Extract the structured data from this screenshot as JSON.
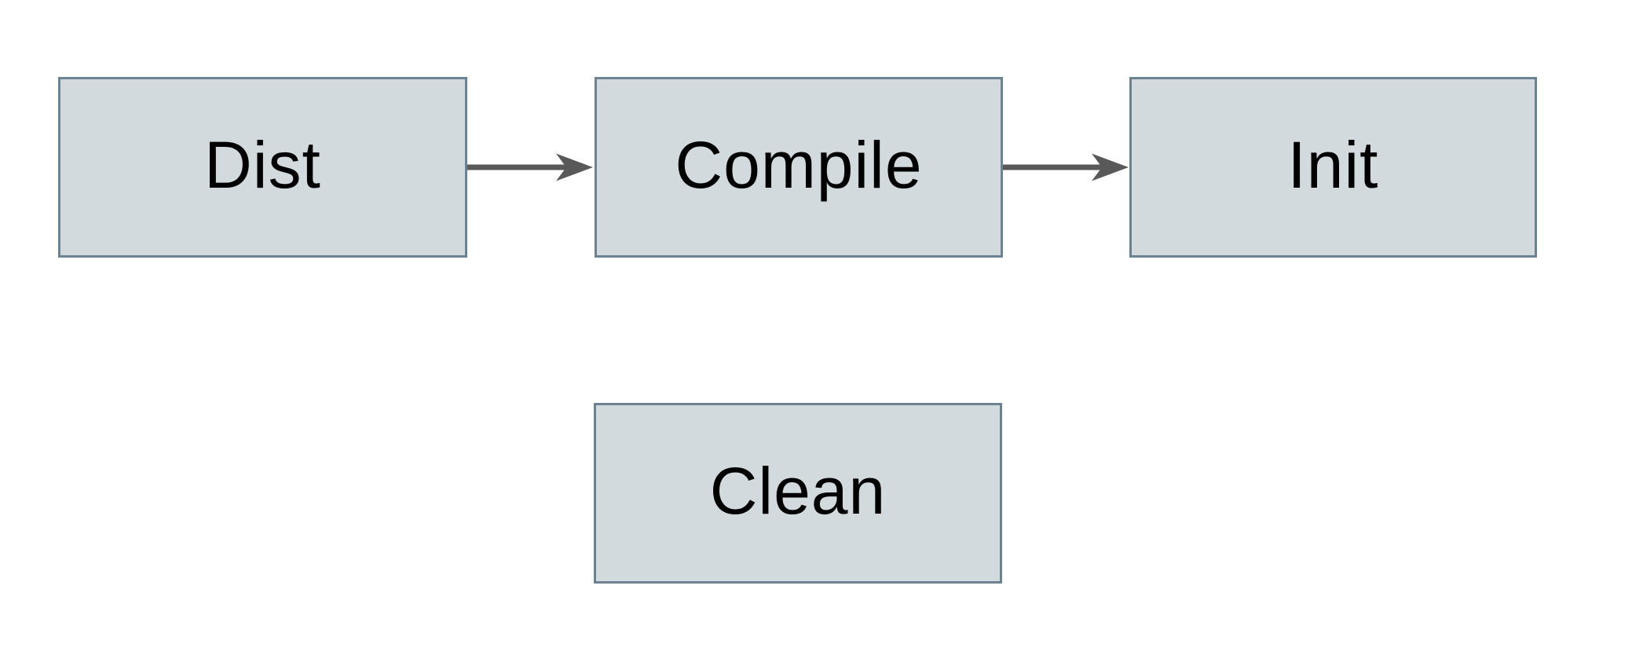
{
  "diagram": {
    "type": "flowchart",
    "background": "#ffffff",
    "nodes": [
      {
        "id": "dist",
        "label": "Dist"
      },
      {
        "id": "compile",
        "label": "Compile"
      },
      {
        "id": "init",
        "label": "Init"
      },
      {
        "id": "clean",
        "label": "Clean"
      }
    ],
    "edges": [
      {
        "from": "dist",
        "to": "compile",
        "style": "arrow-right"
      },
      {
        "from": "compile",
        "to": "init",
        "style": "arrow-right"
      }
    ],
    "colors": {
      "node_fill": "#d2dadd",
      "node_border": "#6d8290",
      "arrow": "#595959",
      "label_text": "#000000",
      "background": "#ffffff"
    }
  }
}
